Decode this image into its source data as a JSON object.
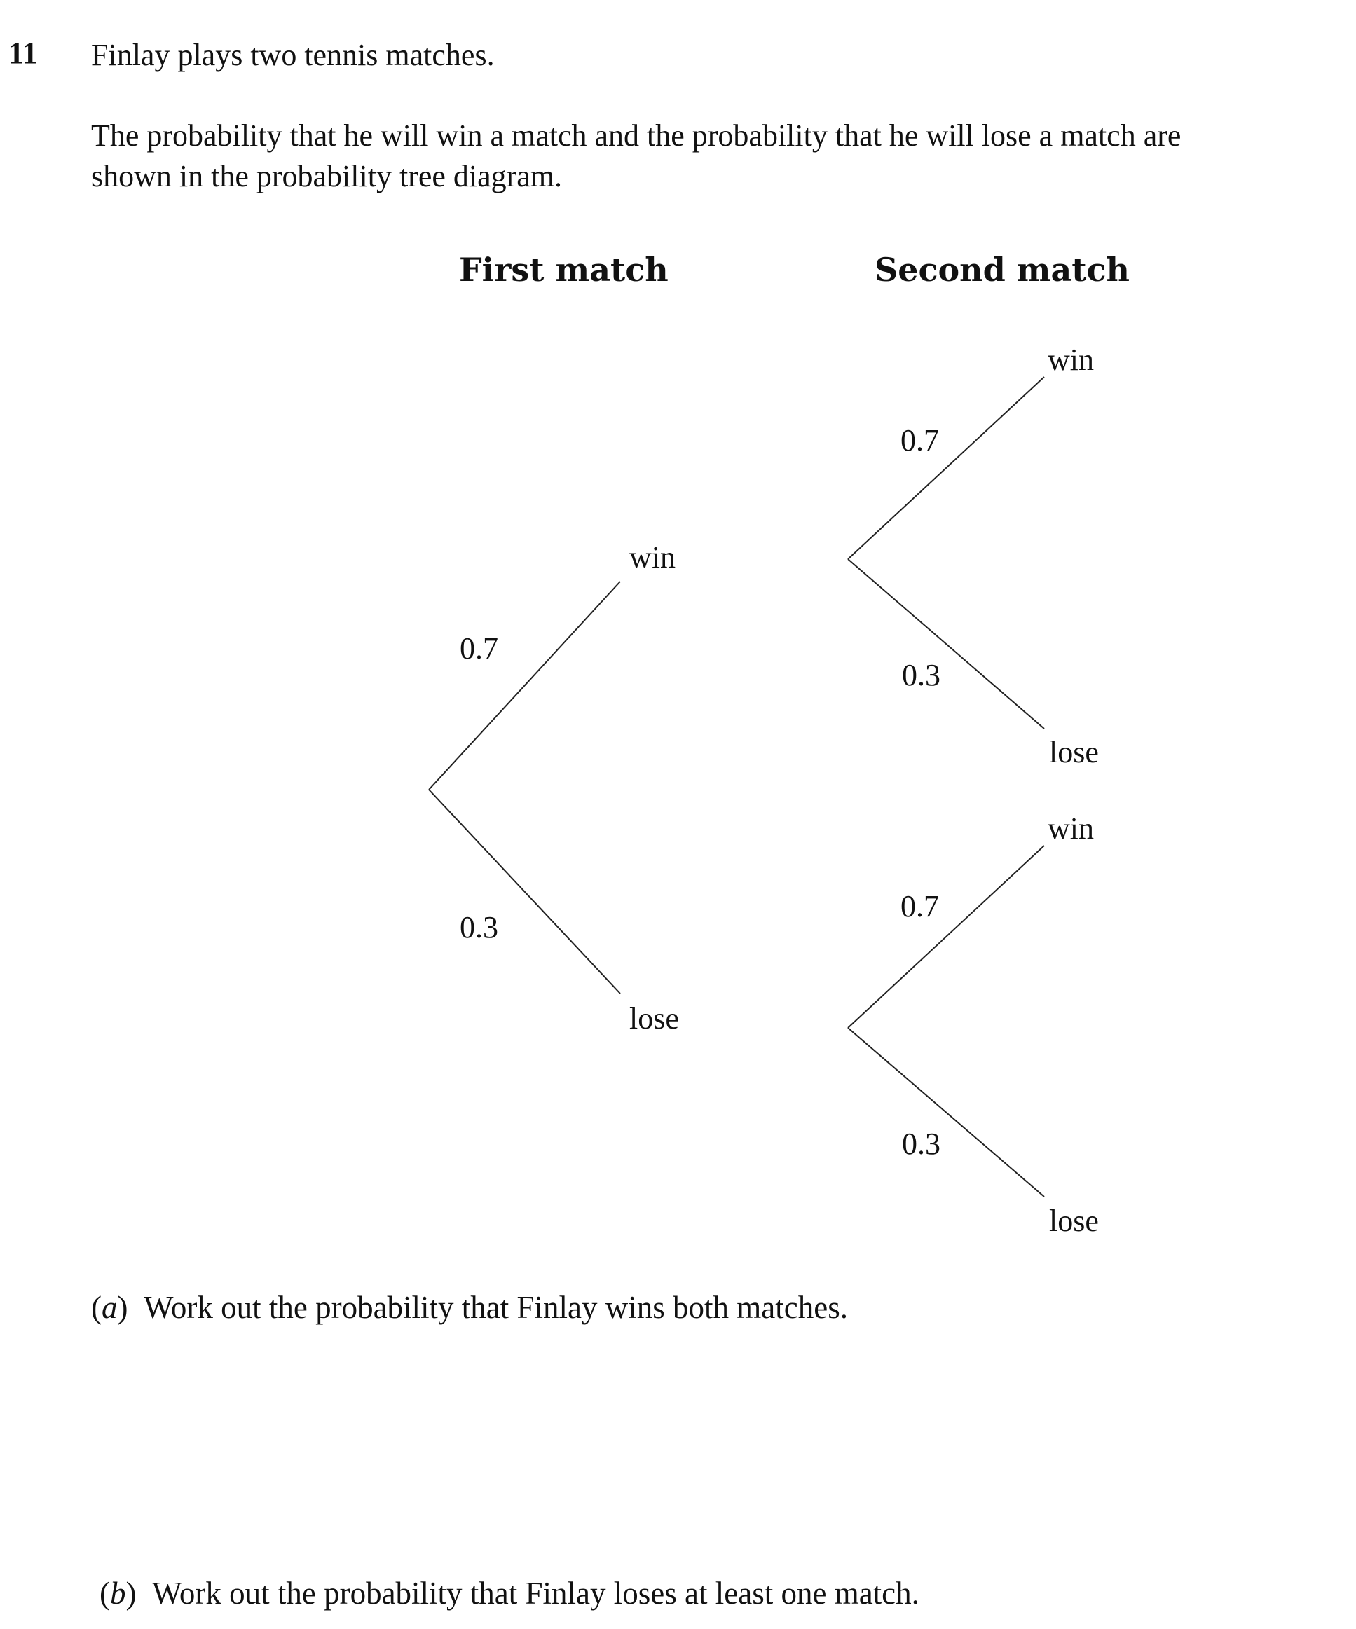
{
  "question": {
    "number": "11",
    "intro": "Finlay plays two tennis matches.",
    "description_line1": "The probability that he will win a match and the probability that he will lose a match are",
    "description_line2": "shown in the probability tree diagram."
  },
  "tree": {
    "headings": {
      "first": "First match",
      "second": "Second match"
    },
    "first_match": {
      "win_prob": "0.7",
      "lose_prob": "0.3",
      "win_label": "win",
      "lose_label": "lose"
    },
    "second_match_after_win": {
      "win_prob": "0.7",
      "lose_prob": "0.3",
      "win_label": "win",
      "lose_label": "lose"
    },
    "second_match_after_lose": {
      "win_prob": "0.7",
      "lose_prob": "0.3",
      "win_label": "win",
      "lose_label": "lose"
    }
  },
  "parts": {
    "a_letter": "a",
    "a_text": "Work out the probability that Finlay wins both matches.",
    "b_letter": "b",
    "b_text": "Work out the probability that Finlay loses at least one match."
  }
}
